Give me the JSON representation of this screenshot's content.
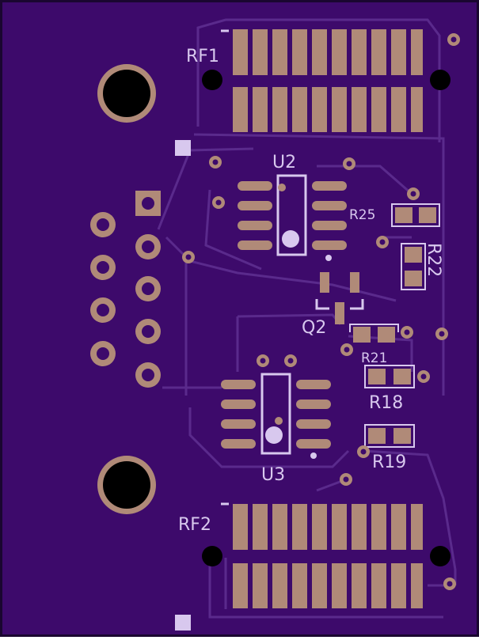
{
  "colors": {
    "board": "#3d0a6b",
    "board_edge": "#1a0630",
    "trace": "#5a2a8c",
    "pad": "#b08a78",
    "silk": "#d8c8ee",
    "hole": "#000000"
  },
  "labels": {
    "rf1": "RF1",
    "rf2": "RF2",
    "u2": "U2",
    "u3": "U3",
    "q2": "Q2",
    "r25": "R25",
    "r22": "R22",
    "r21": "R21",
    "r18": "R18",
    "r19": "R19"
  }
}
